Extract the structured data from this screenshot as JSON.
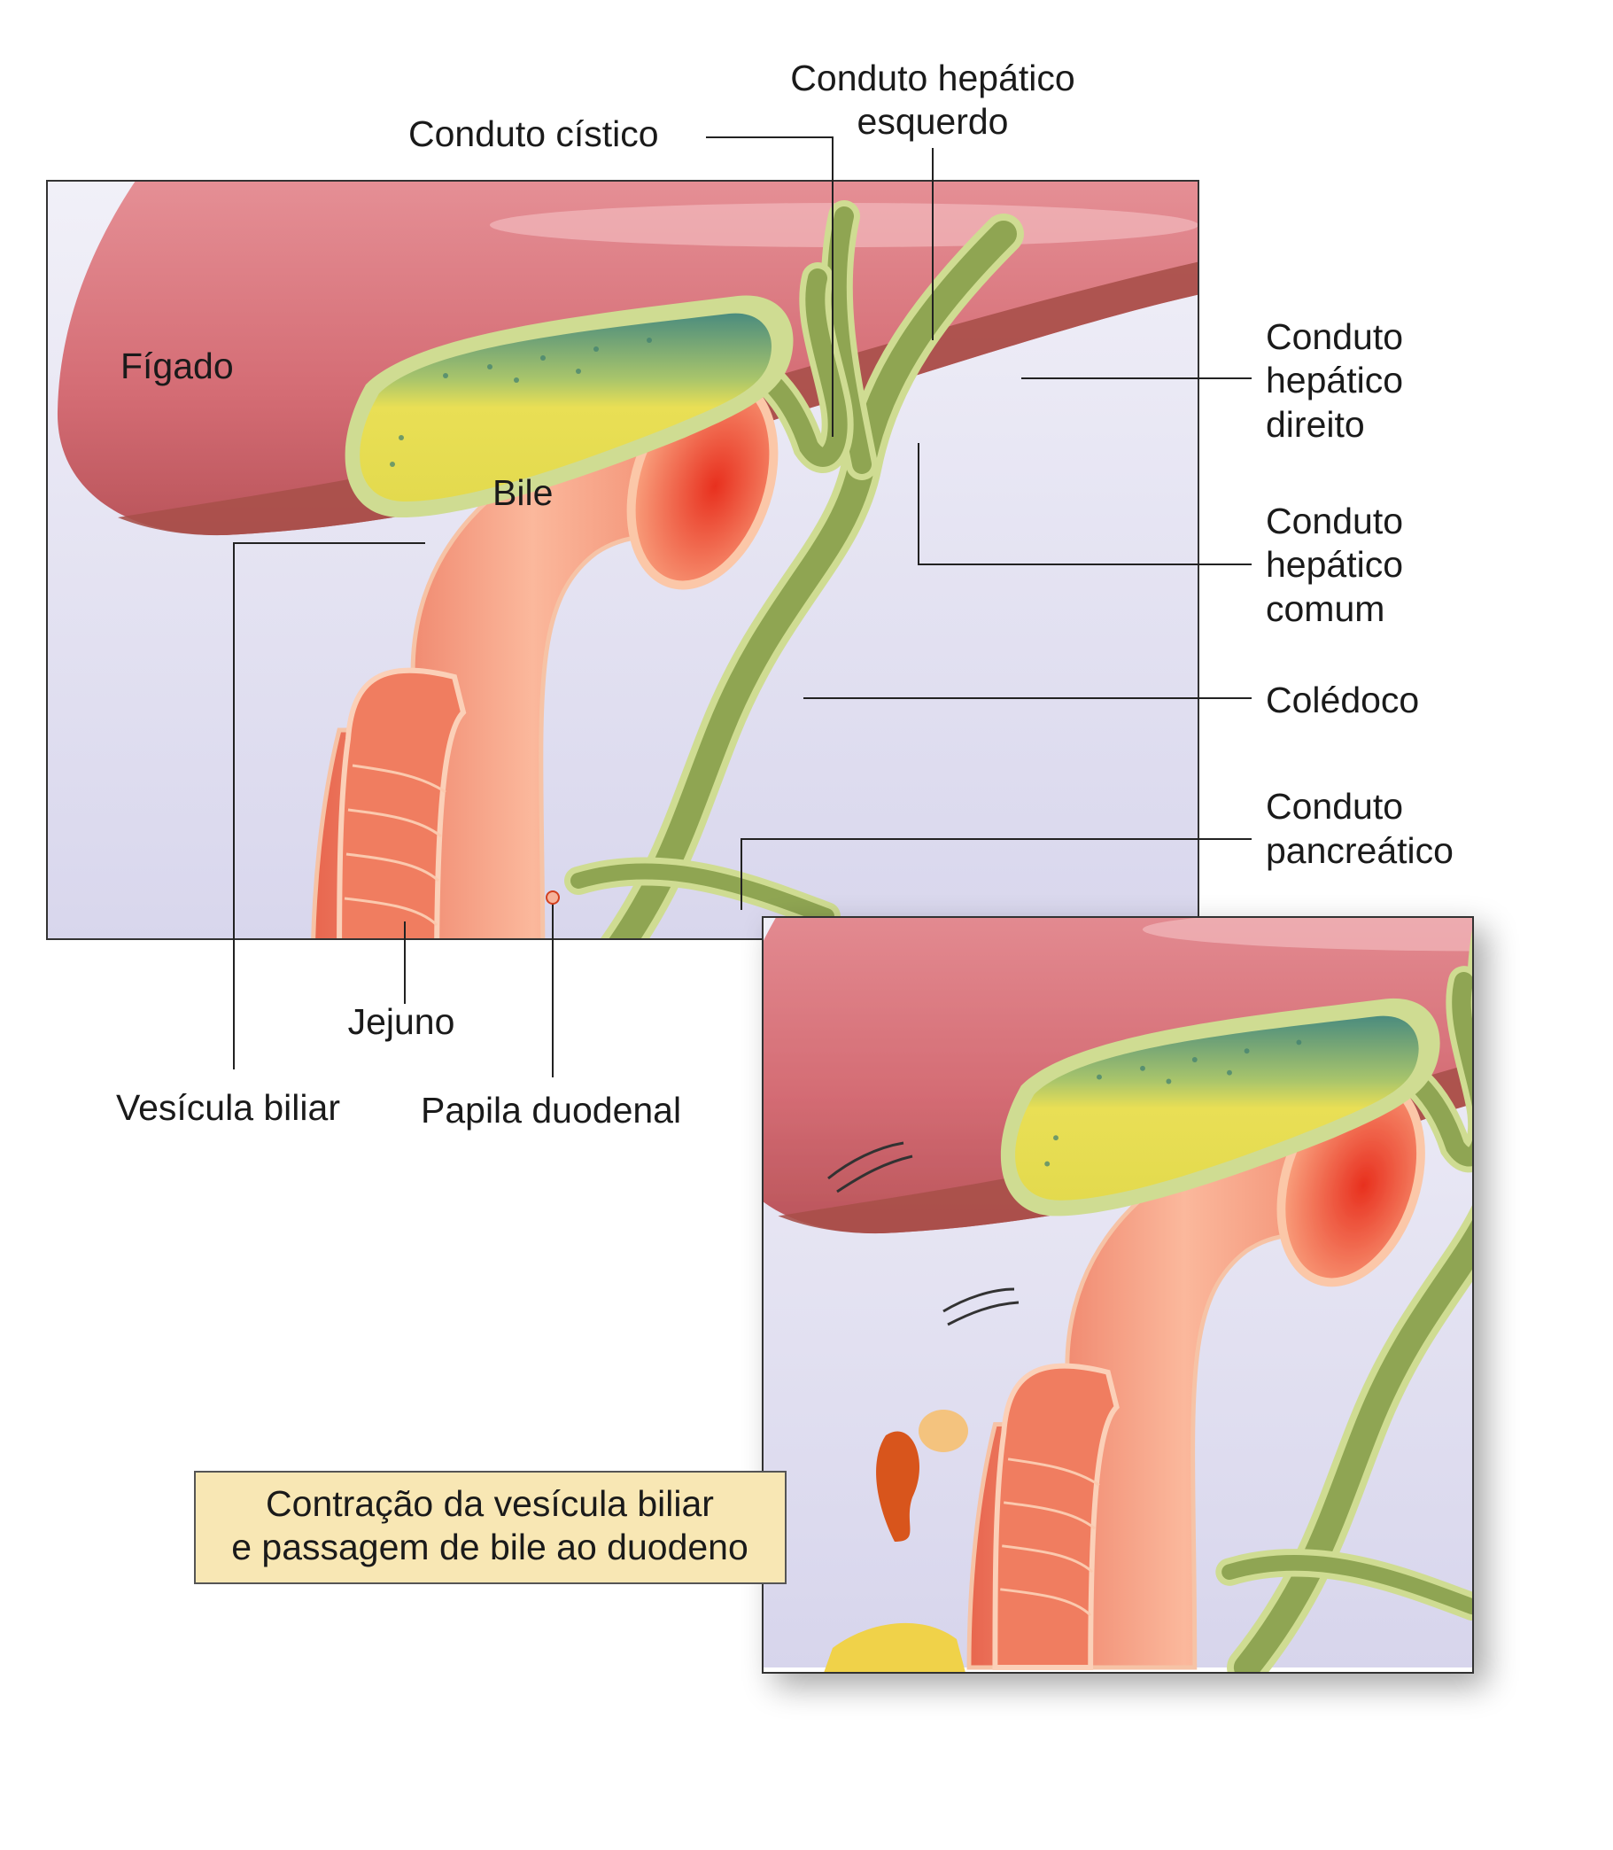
{
  "labels": {
    "left_hepatic_duct_line1": "Conduto hepático",
    "left_hepatic_duct_line2": "esquerdo",
    "cystic_duct": "Conduto cístico",
    "liver": "Fígado",
    "bile": "Bile",
    "right_hepatic_duct_line1": "Conduto",
    "right_hepatic_duct_line2": "hepático",
    "right_hepatic_duct_line3": "direito",
    "common_hepatic_duct_line1": "Conduto",
    "common_hepatic_duct_line2": "hepático",
    "common_hepatic_duct_line3": "comum",
    "common_bile_duct": "Colédoco",
    "pancreatic_duct_line1": "Conduto",
    "pancreatic_duct_line2": "pancreático",
    "jejunum": "Jejuno",
    "gallbladder": "Vesícula biliar",
    "duodenal_papilla": "Papila duodenal"
  },
  "caption": {
    "line1": "Contração da vesícula biliar",
    "line2": "e passagem de bile ao duodeno"
  },
  "colors": {
    "background": "#e6e5f3",
    "liver": "#d9757c",
    "duct": "#9fb35a",
    "bile": "#e6dd55",
    "intestine": "#f08a6e",
    "caption_box": "#f8e7b4"
  }
}
